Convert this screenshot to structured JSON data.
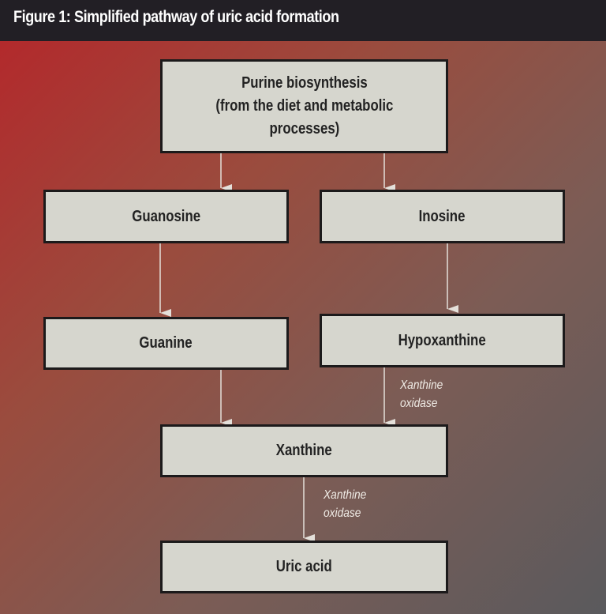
{
  "title": "Figure 1: Simplified pathway of uric acid formation",
  "nodes": {
    "purine": [
      "Purine biosynthesis",
      "(from the diet and metabolic",
      "processes)"
    ],
    "guanosine": "Guanosine",
    "inosine": "Inosine",
    "guanine": "Guanine",
    "hypoxanthine": "Hypoxanthine",
    "xanthine": "Xanthine",
    "uric_acid": "Uric acid"
  },
  "enzymes": {
    "hypoxanthine_to_xanthine": [
      "Xanthine",
      "oxidase"
    ],
    "xanthine_to_uric_acid": [
      "Xanthine",
      "oxidase"
    ]
  },
  "edges": [
    [
      "purine",
      "guanosine"
    ],
    [
      "purine",
      "inosine"
    ],
    [
      "guanosine",
      "guanine"
    ],
    [
      "inosine",
      "hypoxanthine"
    ],
    [
      "guanine",
      "xanthine"
    ],
    [
      "hypoxanthine",
      "xanthine"
    ],
    [
      "xanthine",
      "uric_acid"
    ]
  ]
}
